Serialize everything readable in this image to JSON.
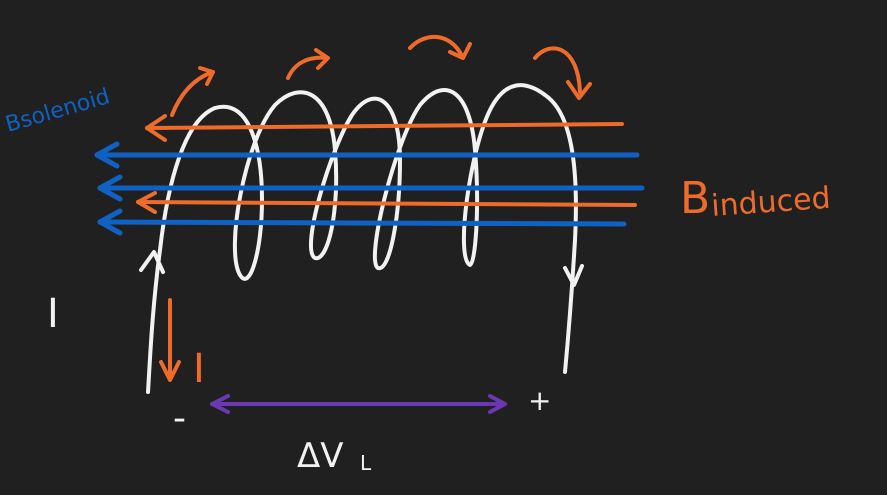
{
  "labels": {
    "b_solenoid": "Bsolenoid",
    "b_letter": "B",
    "b_induced_sub": "induced",
    "current_left": "I",
    "current_induced": "I",
    "minus": "-",
    "plus": "+",
    "voltage": "ΔV",
    "voltage_sub": "L"
  },
  "colors": {
    "background": "#202020",
    "wire": "#f2f2f2",
    "induced": "#ef6b2a",
    "solenoid_field": "#0f62c4",
    "voltage_arrow": "#6a38b3"
  }
}
